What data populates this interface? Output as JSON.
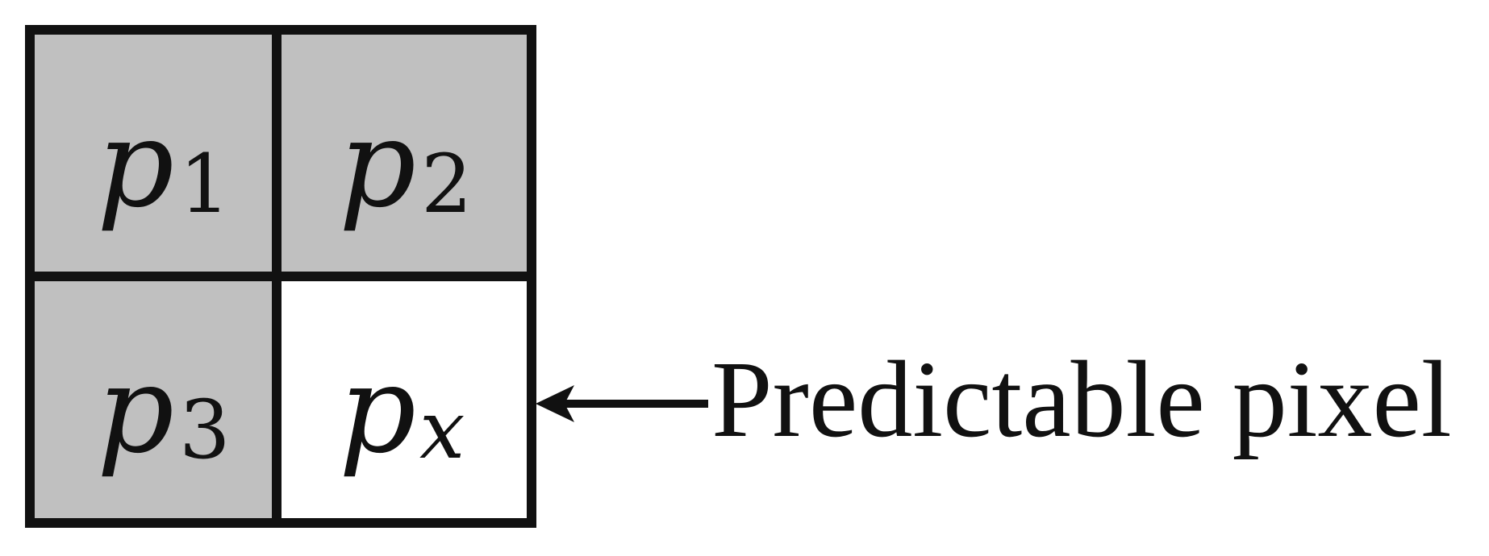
{
  "colors": {
    "known_cell": "#c0c0c0",
    "predicted_cell": "#ffffff",
    "border": "#111111",
    "text": "#111111"
  },
  "grid": {
    "cells": [
      {
        "symbol": "p",
        "subscript": "1",
        "state": "known"
      },
      {
        "symbol": "p",
        "subscript": "2",
        "state": "known"
      },
      {
        "symbol": "p",
        "subscript": "3",
        "state": "known"
      },
      {
        "symbol": "p",
        "subscript": "x",
        "state": "predicted"
      }
    ]
  },
  "annotation": {
    "label": "Predictable pixel",
    "arrow_icon": "arrow-left-icon"
  }
}
